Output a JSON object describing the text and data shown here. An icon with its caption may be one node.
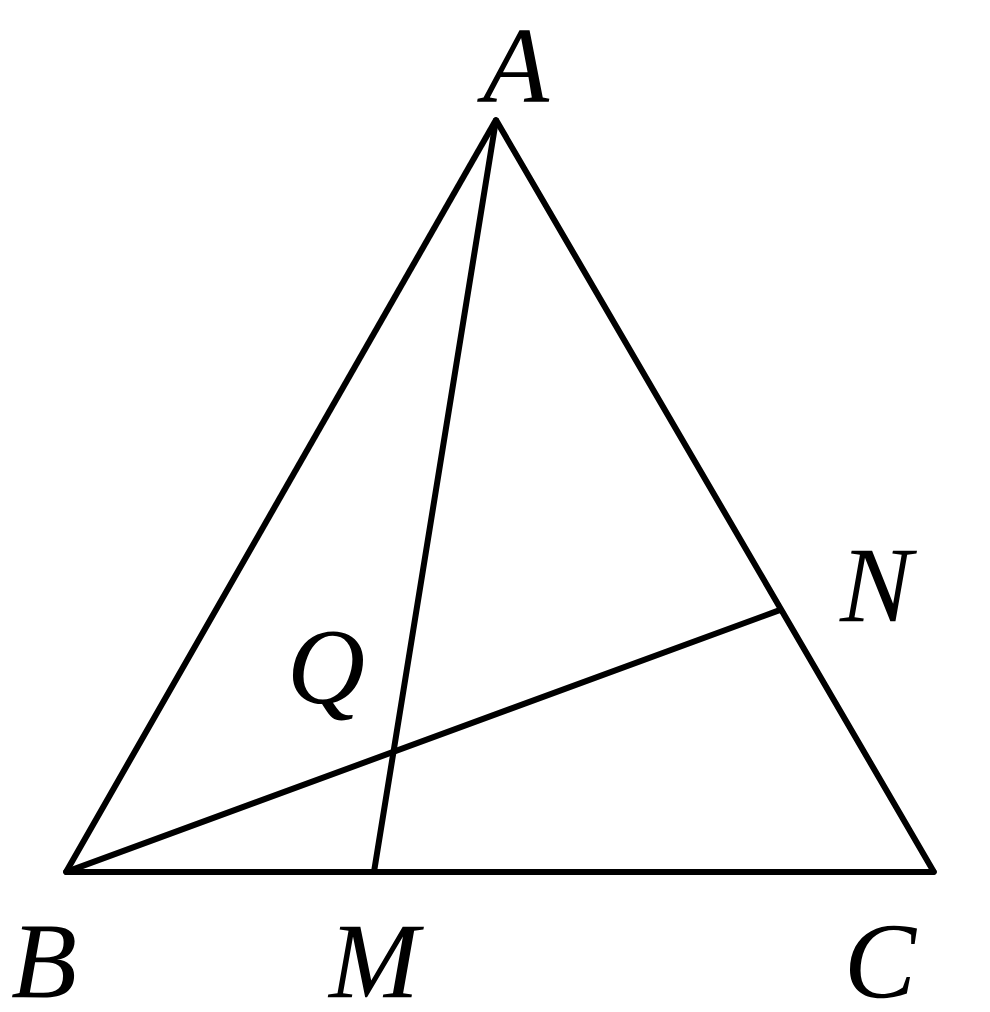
{
  "diagram": {
    "nodes": [
      {
        "text": [],
        "shape": "point",
        "beside": [
          "A"
        ]
      },
      {
        "text": [],
        "shape": "point",
        "beside": [
          "B"
        ]
      },
      {
        "text": [],
        "shape": "point",
        "beside": [
          "C"
        ]
      },
      {
        "text": [],
        "shape": "point",
        "beside": [
          "M"
        ]
      },
      {
        "text": [],
        "shape": "point",
        "beside": [
          "N"
        ]
      },
      {
        "text": [],
        "shape": "point",
        "beside": [
          "Q"
        ]
      }
    ],
    "edges": [
      {
        "from": 0,
        "to": 1,
        "arrow": "none"
      },
      {
        "from": 0,
        "to": 2,
        "arrow": "none"
      },
      {
        "from": 1,
        "to": 2,
        "arrow": "none"
      },
      {
        "from": 0,
        "to": 3,
        "arrow": "none"
      },
      {
        "from": 1,
        "to": 4,
        "arrow": "none"
      }
    ]
  }
}
